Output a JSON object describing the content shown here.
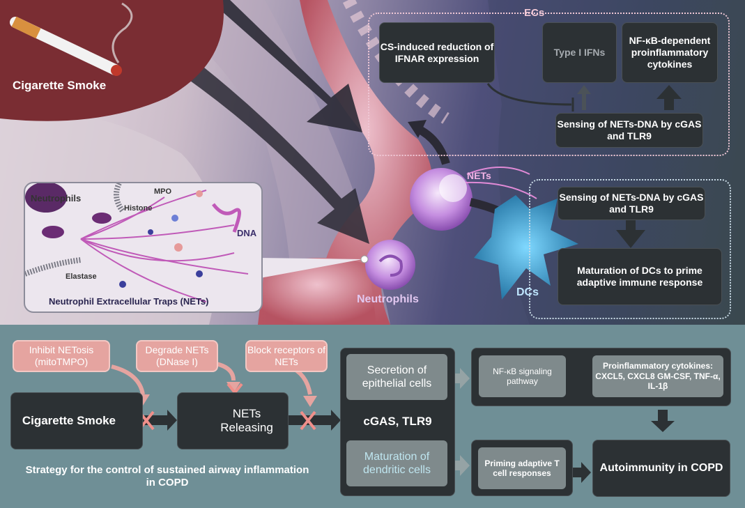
{
  "top": {
    "smoke_label": "Cigarette Smoke",
    "ecs_label": "ECs",
    "cs_reduction": "CS-induced reduction of IFNAR expression",
    "type1_ifns": "Type I IFNs",
    "nfkb_cytokines": "NF-κB-dependent proinflammatory cytokines",
    "sensing_ec": "Sensing of NETs-DNA by cGAS and TLR9",
    "nets_label": "NETs",
    "sensing_dc": "Sensing of NETs-DNA by cGAS and TLR9",
    "maturation_dc": "Maturation of DCs to prime adaptive immune response",
    "dcs_label": "DCs",
    "neutrophils_label": "Neutrophils",
    "inset": {
      "neutrophils": "Neutrophils",
      "mpo": "MPO",
      "histone": "Histone",
      "dna": "DNA",
      "elastase": "Elastase",
      "caption": "Neutrophil Extracellular Traps (NETs)"
    }
  },
  "bottom": {
    "inhibit": "Inhibit NETosis (mitoTMPO)",
    "degrade": "Degrade NETs (DNase I)",
    "block": "Block receptors of NETs",
    "smoke": "Cigarette Smoke",
    "nets_releasing": "NETs Releasing",
    "cgas": "cGAS, TLR9",
    "secretion": "Secretion of epithelial cells",
    "maturation": "Maturation of dendritic cells",
    "nfkb": "NF-κB signaling pathway",
    "cytokines_title": "Proinflammatory cytokines:",
    "cytokines_list": "CXCL5, CXCL8 GM-CSF, TNF-α, IL-1β",
    "priming": "Priming adaptive T cell responses",
    "autoimmunity": "Autoimmunity in COPD",
    "strategy": "Strategy for the control of sustained airway inflammation in COPD"
  },
  "colors": {
    "dark_box": "#2c3134",
    "pink": "#e5a4a0",
    "bottom_panel": "#6f8f96",
    "smoke_red": "#7a2d33"
  }
}
